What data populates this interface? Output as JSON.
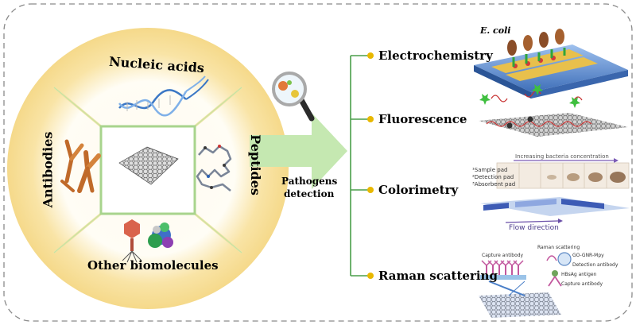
{
  "biomolecules": {
    "nucleic_acids": "Nucleic acids",
    "antibodies": "Antibodies",
    "peptides": "Peptides",
    "other": "Other biomolecules"
  },
  "center": {
    "line1": "Pathogens",
    "line2": "detection"
  },
  "methods": [
    {
      "label": "Electrochemistry",
      "annotation": "E. coli"
    },
    {
      "label": "Fluorescence"
    },
    {
      "label": "Colorimetry",
      "annotations": [
        "Increasing bacteria concentration",
        "¹Sample pad",
        "²Detection pad",
        "³Absorbent pad",
        "Flow direction"
      ]
    },
    {
      "label": "Raman scattering",
      "annotations": [
        "Raman scattering",
        "Capture antibody",
        "GO-GNR-Mpy",
        "Detection antibody",
        "HBsAg antigen",
        "Capture antibody"
      ]
    }
  ],
  "colors": {
    "glow": "#f5d98a",
    "frame_green": "#9fd184",
    "arrow_green": "#c5e8b1",
    "bullet_yellow": "#e8b800",
    "bracket_green": "#4a9e4a"
  }
}
